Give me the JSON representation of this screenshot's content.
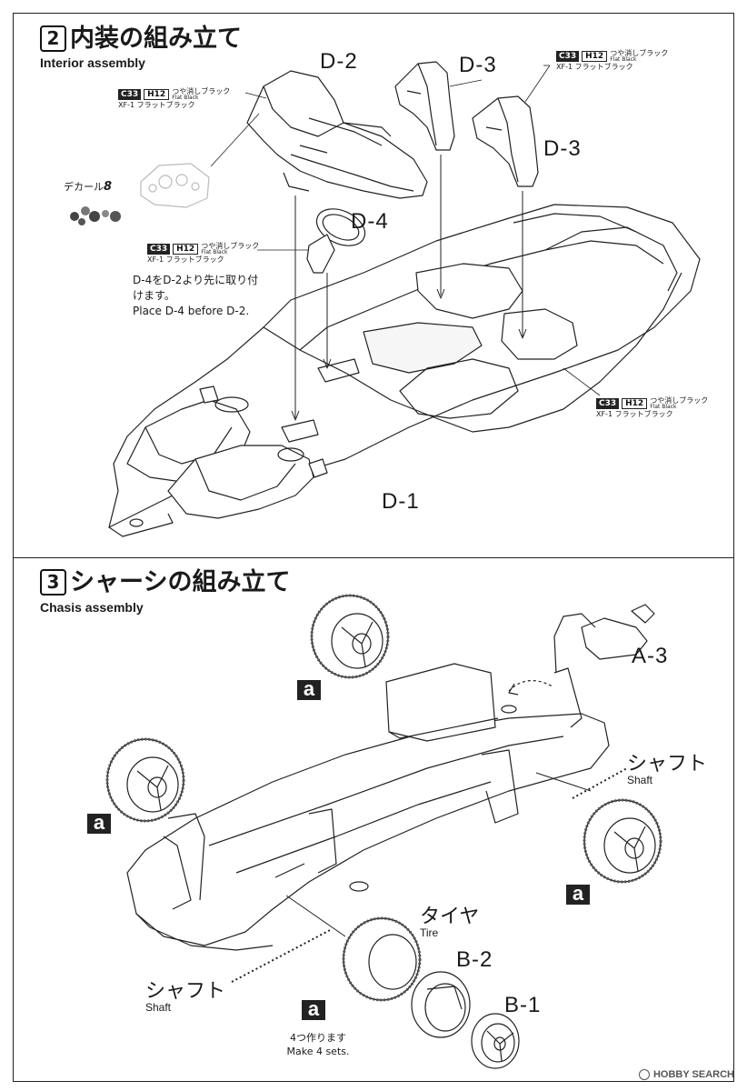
{
  "step2": {
    "number": "2",
    "title": "内装の組み立て",
    "subtitle": "Interior assembly",
    "parts": {
      "d2": "D-2",
      "d3_top": "D-3",
      "d3_right": "D-3",
      "d4": "D-4",
      "d1": "D-1"
    },
    "decal_label": "デカール",
    "decal_number": "8",
    "note_jp": "D-4をD-2より先に取り付けます。",
    "note_en": "Place D-4 before D-2.",
    "paint_a": {
      "code1": "C33",
      "code2": "H12",
      "jp": "つや消しブラック",
      "en": "Flat Black",
      "alt": "XF-1 フラットブラック"
    },
    "paint_b": {
      "code1": "C33",
      "code2": "H12",
      "jp": "つや消しブラック",
      "en": "Flat Black",
      "alt": "XF-1 フラットブラック"
    },
    "paint_c": {
      "code1": "C33",
      "code2": "H12",
      "jp": "つや消しブラック",
      "en": "Flat Black",
      "alt": "XF-1 フラットブラック"
    },
    "paint_d": {
      "code1": "C33",
      "code2": "H12",
      "jp": "つや消しブラック",
      "en": "Flat Black",
      "alt": "XF-1 フラットブラック"
    }
  },
  "step3": {
    "number": "3",
    "title": "シャーシの組み立て",
    "subtitle": "Chasis assembly",
    "parts": {
      "a3": "A-3",
      "b2": "B-2",
      "b1": "B-1"
    },
    "a_label": "a",
    "shaft_jp": "シャフト",
    "shaft_en": "Shaft",
    "tire_jp": "タイヤ",
    "tire_en": "Tire",
    "make_jp": "4つ作ります",
    "make_en": "Make 4 sets."
  },
  "watermark": "HOBBY SEARCH"
}
